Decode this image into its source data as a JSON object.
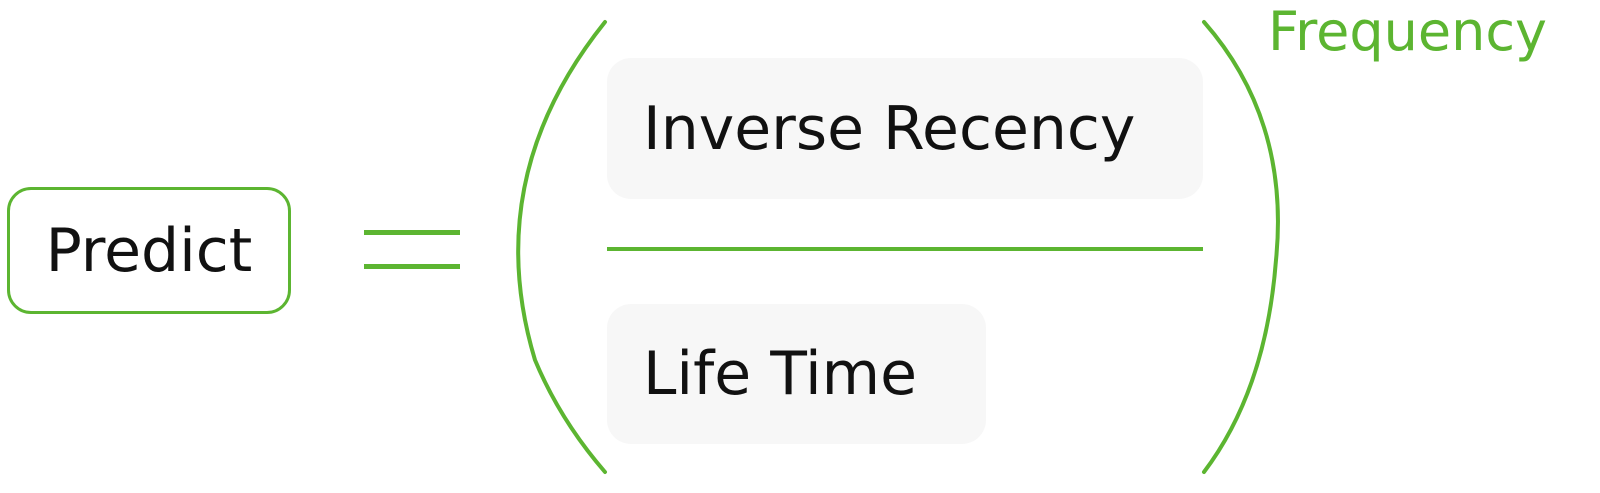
{
  "formula": {
    "lhs": "Predict",
    "numerator": "Inverse Recency",
    "denominator": "Life Time",
    "exponent": "Frequency"
  },
  "colors": {
    "accent": "#5cb531",
    "term_background": "#f7f7f7",
    "text": "#111111"
  }
}
